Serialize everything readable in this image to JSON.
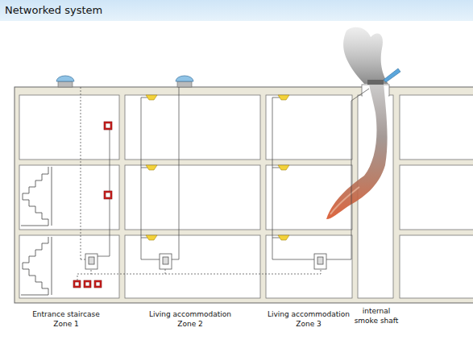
{
  "diagram": {
    "title": "Networked system",
    "labels": [
      "Entrance staircase",
      "Zone 1",
      "Living accommodation",
      "Zone 2",
      "Living accommodation",
      "Zone 3",
      "internal smoke shaft"
    ]
  }
}
